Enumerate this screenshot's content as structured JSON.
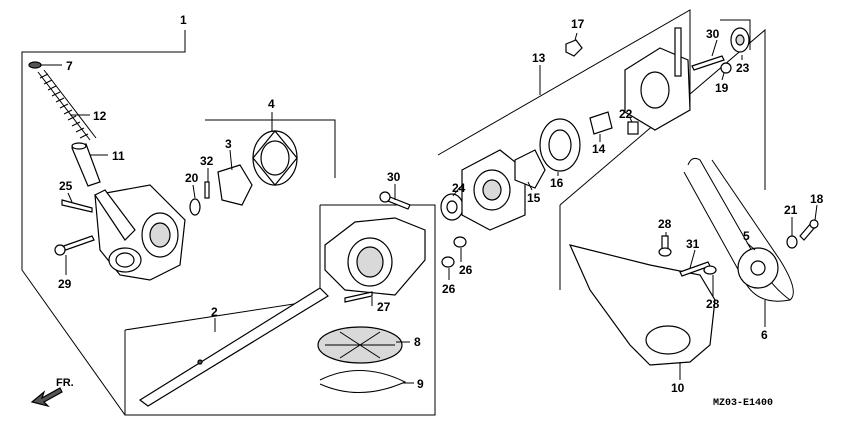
{
  "diagram_code": "MZ03-E1400",
  "direction_label": "FR.",
  "callouts": [
    {
      "id": "c1",
      "text": "1"
    },
    {
      "id": "c2",
      "text": "2"
    },
    {
      "id": "c3",
      "text": "3"
    },
    {
      "id": "c4",
      "text": "4"
    },
    {
      "id": "c5",
      "text": "5"
    },
    {
      "id": "c6",
      "text": "6"
    },
    {
      "id": "c7",
      "text": "7"
    },
    {
      "id": "c8",
      "text": "8"
    },
    {
      "id": "c9",
      "text": "9"
    },
    {
      "id": "c10",
      "text": "10"
    },
    {
      "id": "c11",
      "text": "11"
    },
    {
      "id": "c12",
      "text": "12"
    },
    {
      "id": "c13",
      "text": "13"
    },
    {
      "id": "c14",
      "text": "14"
    },
    {
      "id": "c15",
      "text": "15"
    },
    {
      "id": "c16",
      "text": "16"
    },
    {
      "id": "c17",
      "text": "17"
    },
    {
      "id": "c18",
      "text": "18"
    },
    {
      "id": "c19",
      "text": "19"
    },
    {
      "id": "c20",
      "text": "20"
    },
    {
      "id": "c21",
      "text": "21"
    },
    {
      "id": "c22",
      "text": "22"
    },
    {
      "id": "c23",
      "text": "23"
    },
    {
      "id": "c24",
      "text": "24"
    },
    {
      "id": "c25",
      "text": "25"
    },
    {
      "id": "c26a",
      "text": "26"
    },
    {
      "id": "c26b",
      "text": "26"
    },
    {
      "id": "c27",
      "text": "27"
    },
    {
      "id": "c28a",
      "text": "28"
    },
    {
      "id": "c28b",
      "text": "28"
    },
    {
      "id": "c29",
      "text": "29"
    },
    {
      "id": "c30a",
      "text": "30"
    },
    {
      "id": "c30b",
      "text": "30"
    },
    {
      "id": "c31",
      "text": "31"
    },
    {
      "id": "c32",
      "text": "32"
    }
  ]
}
